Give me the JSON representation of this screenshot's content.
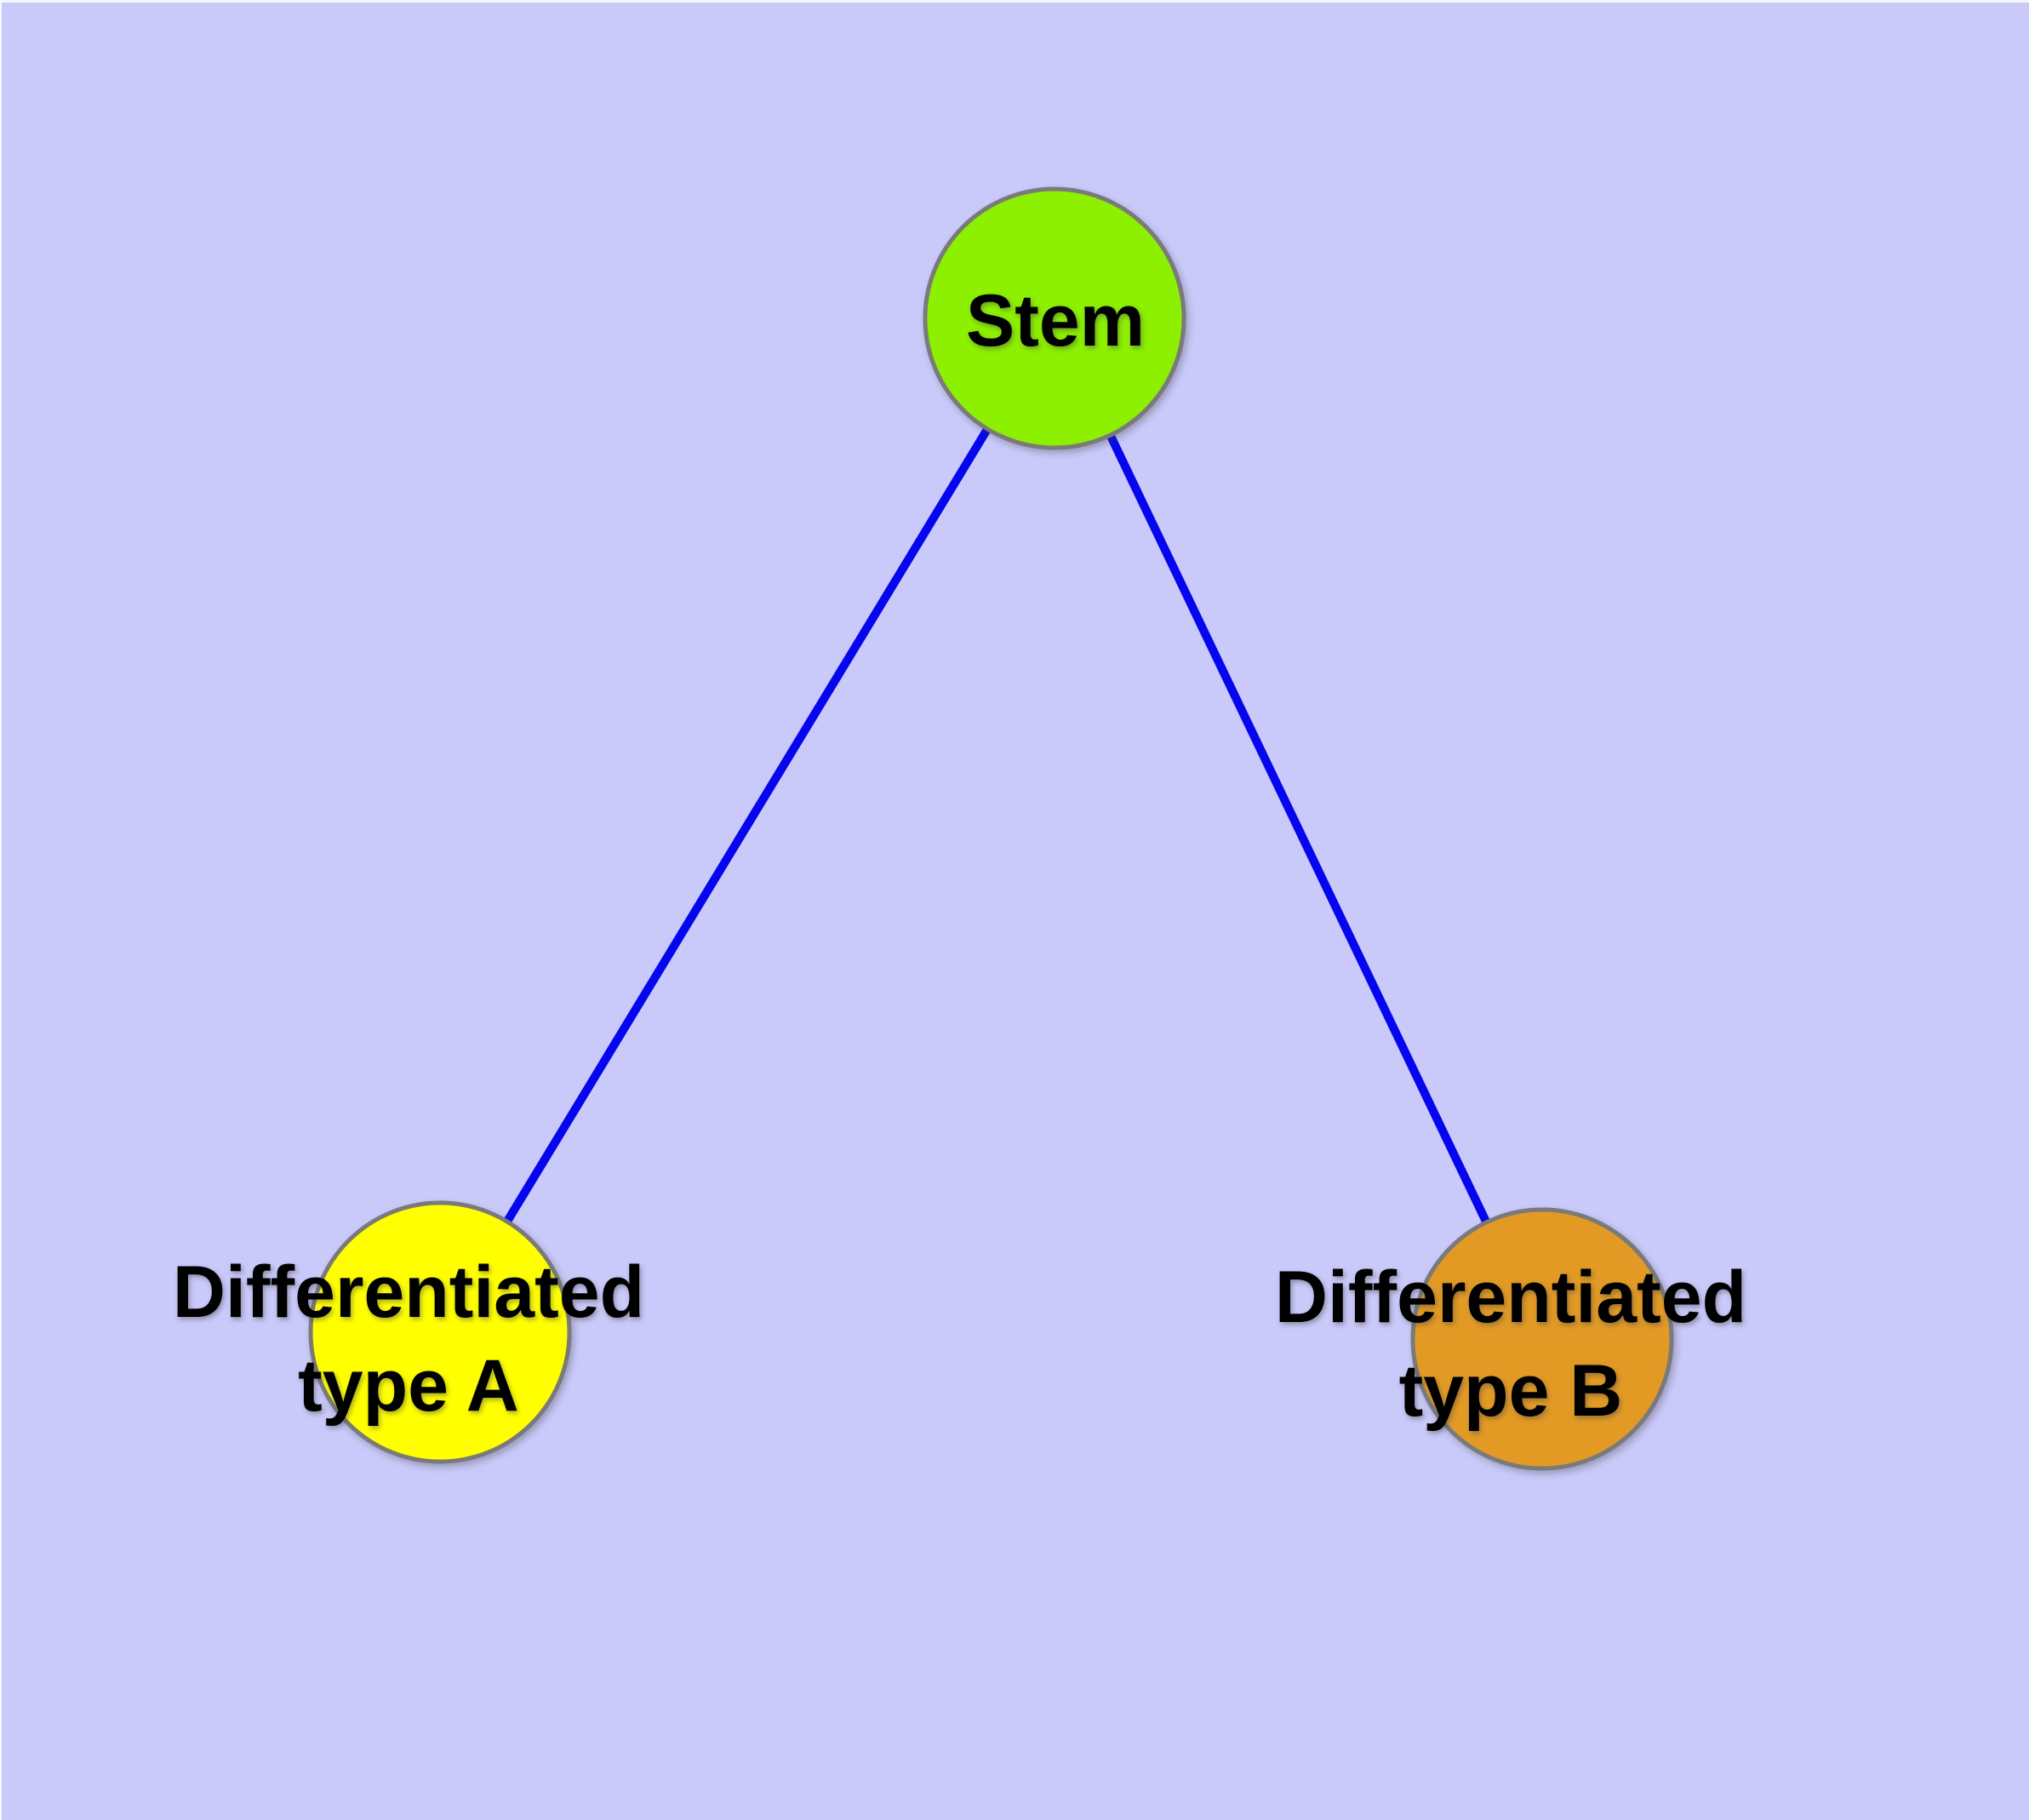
{
  "canvas": {
    "background_color": "#C9C9FA",
    "frame_color": "#F7F7FF"
  },
  "graph": {
    "label_color": "#000000",
    "nodes": [
      {
        "id": "stem",
        "label": "Stem",
        "fill": "#8CF000",
        "border": "#7A7A7A"
      },
      {
        "id": "differentiated-type-a",
        "label_line1": "Differentiated",
        "label_line2": "type A",
        "fill": "#FFFF00",
        "border": "#7A7A7A"
      },
      {
        "id": "differentiated-type-b",
        "label_line1": "Differentiated",
        "label_line2": "type B",
        "fill": "#E29A25",
        "border": "#7A7A7A"
      }
    ],
    "edges": [
      {
        "from": "Stem",
        "to": "Differentiated type A",
        "color": "#0505EE"
      },
      {
        "from": "Stem",
        "to": "Differentiated type B",
        "color": "#0505EE"
      }
    ]
  }
}
